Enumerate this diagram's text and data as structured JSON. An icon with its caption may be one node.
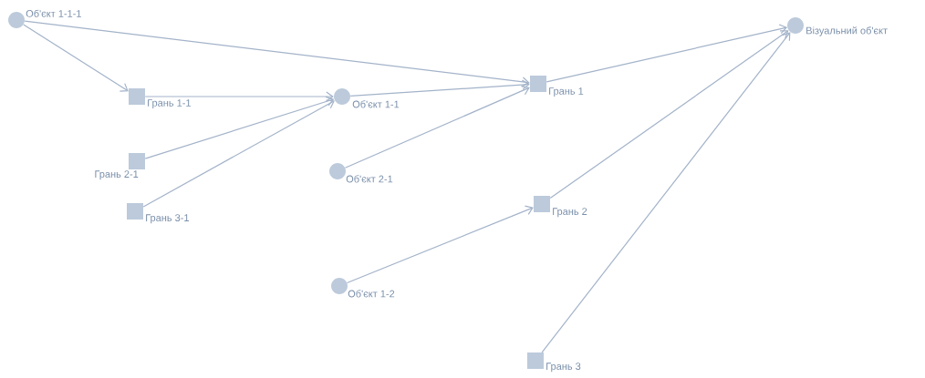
{
  "diagram": {
    "nodes": [
      {
        "text": [],
        "shape": "circle",
        "beside": [
          "Об'єкт 1-1-1"
        ]
      },
      {
        "text": [],
        "shape": "circle",
        "beside": [
          "Візуальний об'єкт"
        ]
      },
      {
        "text": [],
        "shape": "box",
        "beside": [
          "Грань 1-1"
        ]
      },
      {
        "text": [],
        "shape": "circle",
        "beside": [
          "Об'єкт 1-1"
        ]
      },
      {
        "text": [],
        "shape": "box",
        "beside": [
          "Грань 1"
        ]
      },
      {
        "text": [],
        "shape": "box",
        "beside": [
          "Грань 2-1"
        ]
      },
      {
        "text": [],
        "shape": "circle",
        "beside": [
          "Об'єкт 2-1"
        ]
      },
      {
        "text": [],
        "shape": "box",
        "beside": [
          "Грань 3-1"
        ]
      },
      {
        "text": [],
        "shape": "box",
        "beside": [
          "Грань 2"
        ]
      },
      {
        "text": [],
        "shape": "circle",
        "beside": [
          "Об'єкт 1-2"
        ]
      },
      {
        "text": [],
        "shape": "box",
        "beside": [
          "Грань 3"
        ]
      }
    ],
    "edges": [
      {
        "from": 0,
        "to": 4,
        "arrow": "to"
      },
      {
        "from": 0,
        "to": 2,
        "arrow": "to"
      },
      {
        "from": 2,
        "to": 3,
        "arrow": "to"
      },
      {
        "from": 5,
        "to": 3,
        "arrow": "to"
      },
      {
        "from": 7,
        "to": 3,
        "arrow": "to"
      },
      {
        "from": 3,
        "to": 4,
        "arrow": "to"
      },
      {
        "from": 6,
        "to": 4,
        "arrow": "to"
      },
      {
        "from": 4,
        "to": 1,
        "arrow": "to"
      },
      {
        "from": 9,
        "to": 8,
        "arrow": "to"
      },
      {
        "from": 8,
        "to": 1,
        "arrow": "to"
      },
      {
        "from": 10,
        "to": 1,
        "arrow": "to"
      }
    ]
  }
}
